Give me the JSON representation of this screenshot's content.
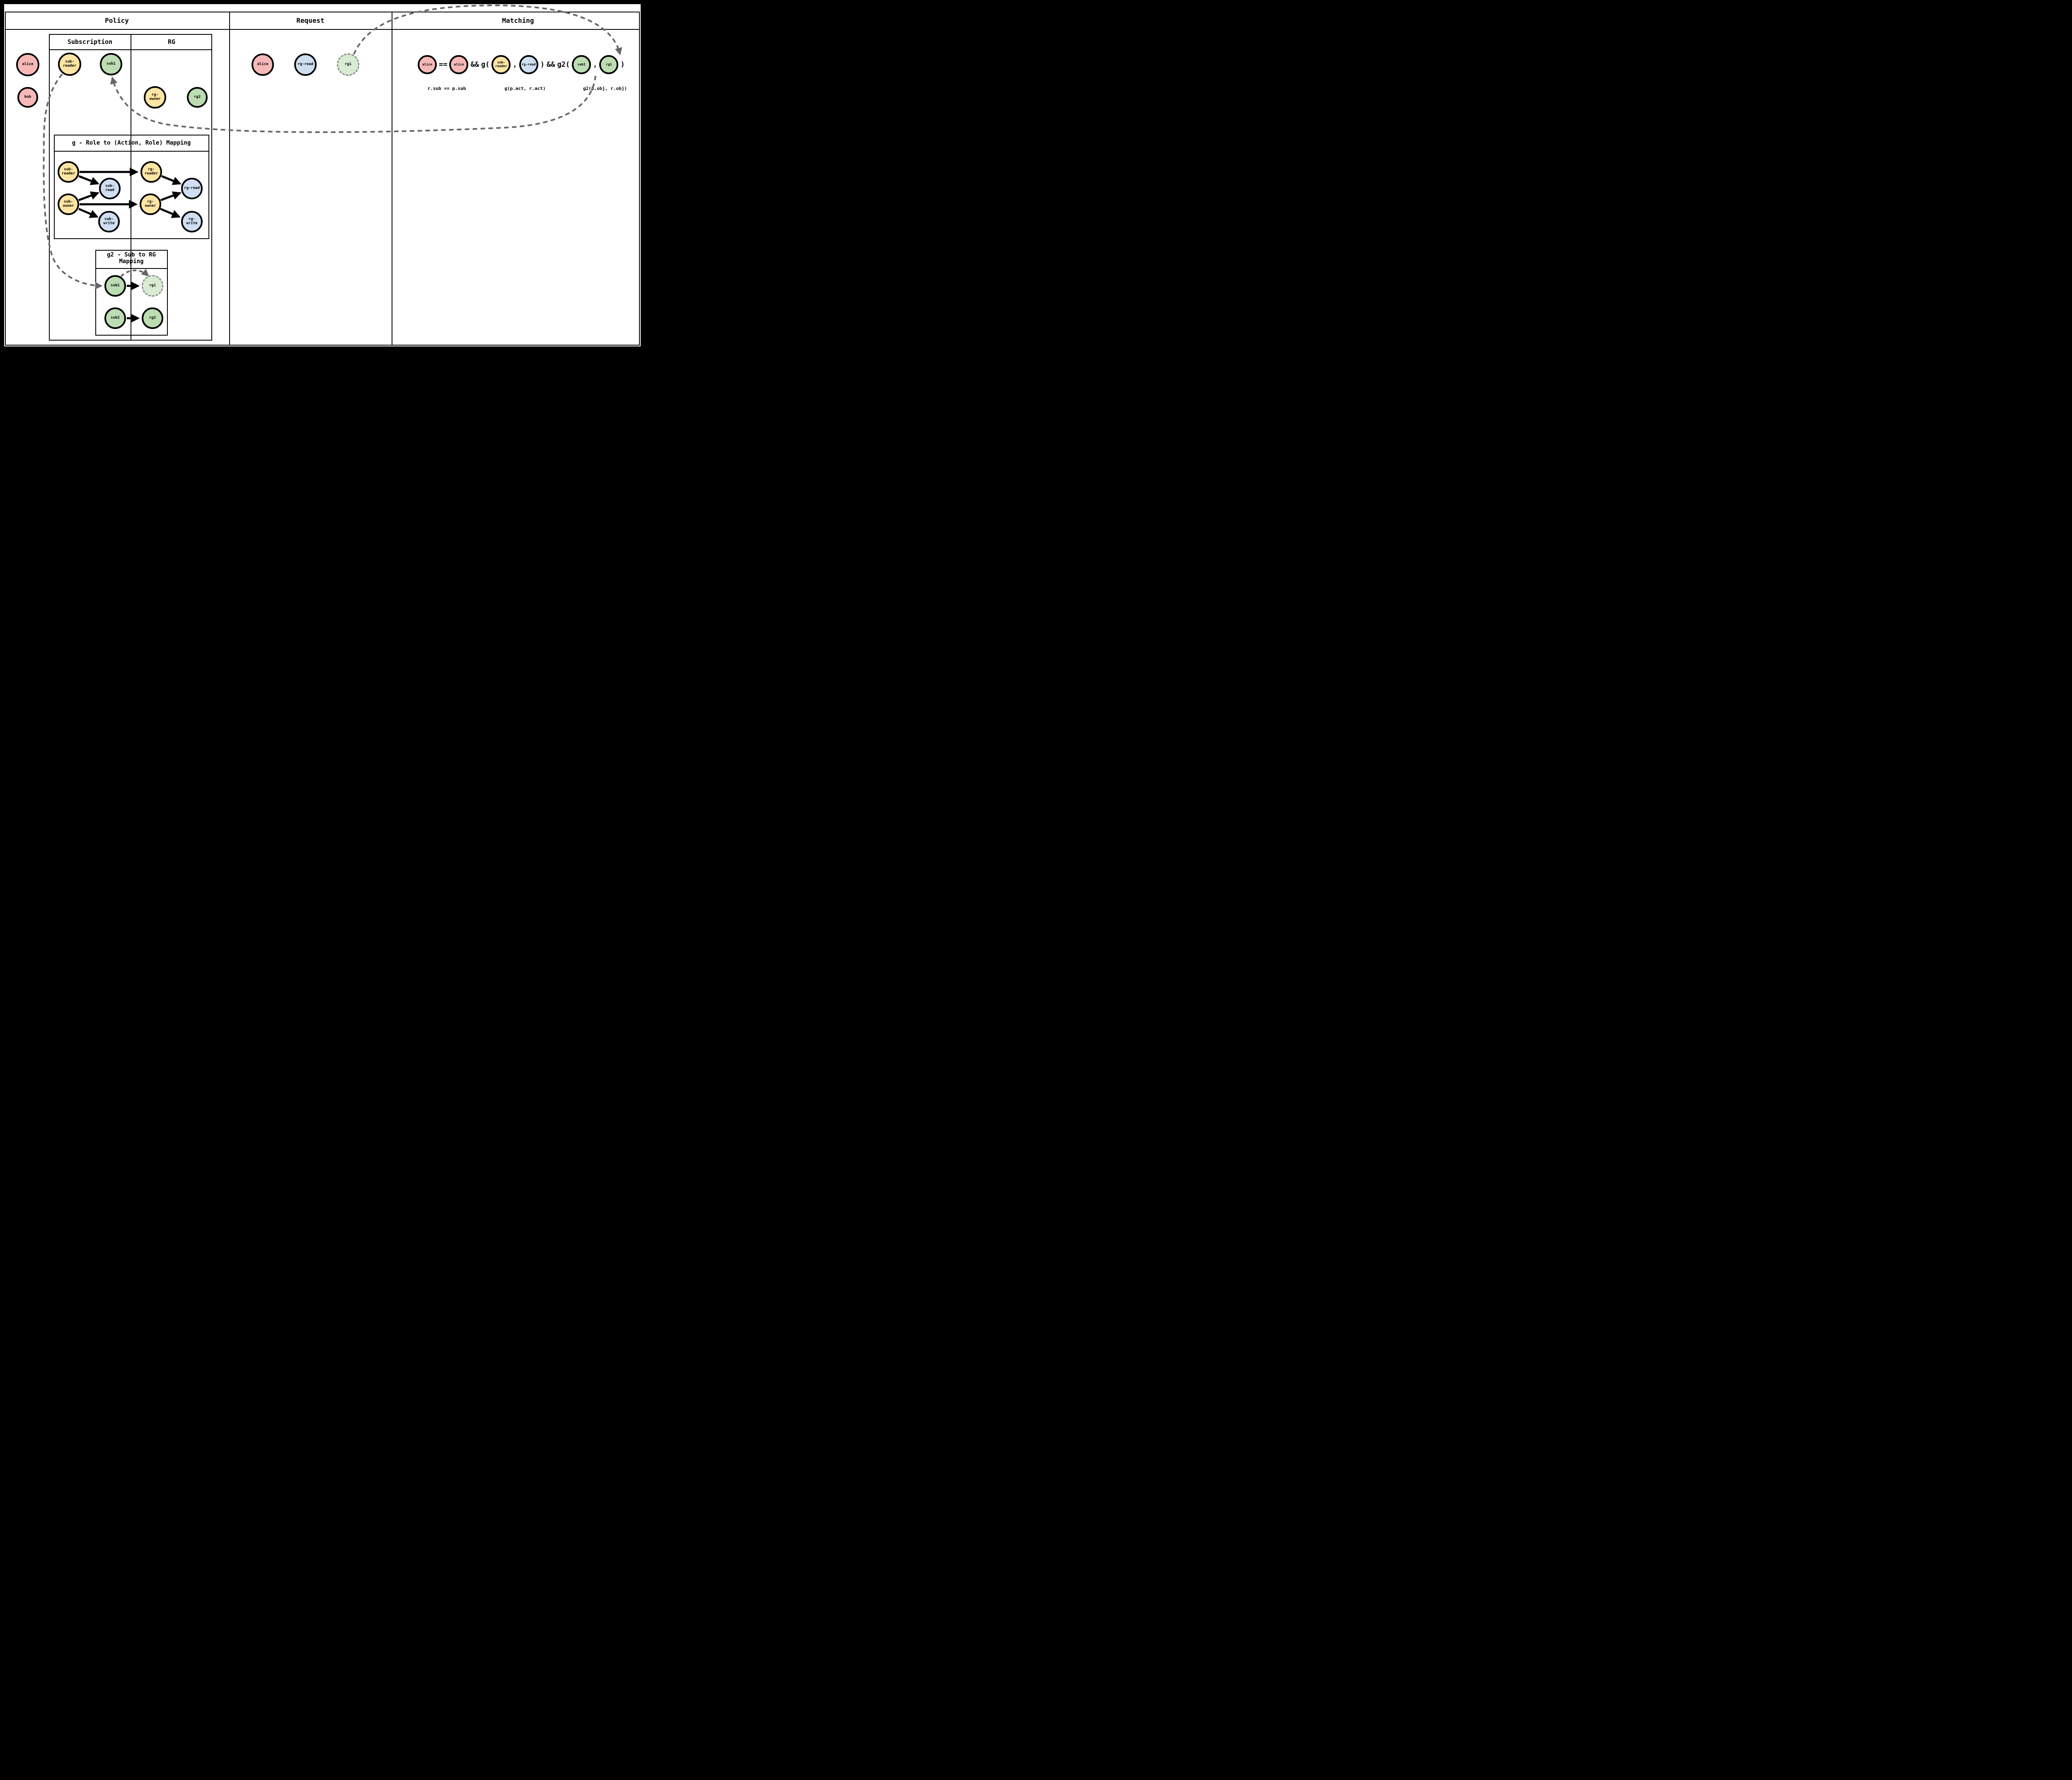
{
  "colors": {
    "frame": "#000000",
    "pink": "#f6b9b7",
    "yellow": "#ffe5a3",
    "green": "#bcdcb2",
    "green_light": "#d9ecd2",
    "blue": "#cfdff3",
    "dash_gray": "#666666"
  },
  "header": {
    "policy": "Policy",
    "request": "Request",
    "matching": "Matching"
  },
  "policy": {
    "actors": {
      "alice": "alice",
      "bob": "bob"
    },
    "sub_table": {
      "subscription_header": "Subscription",
      "rg_header": "RG",
      "nodes": {
        "sub_reader": "sub-reader",
        "sub1": "sub1",
        "rg_owner": "rg-owner",
        "rg2": "rg2"
      }
    },
    "g_box": {
      "title": "g - Role to (Action, Role) Mapping",
      "nodes": {
        "sub_reader": "sub-reader",
        "sub_owner": "sub-owner",
        "sub_read": "sub-read",
        "sub_write": "sub-write",
        "rg_reader": "rg-reader",
        "rg_owner": "rg-owner",
        "rg_read": "rg-read",
        "rg_write": "rg-write"
      }
    },
    "g2_box": {
      "title": "g2 - Sub to RG Mapping",
      "nodes": {
        "sub1": "sub1",
        "rg1": "rg1",
        "sub2": "sub2",
        "rg2": "rg2"
      }
    }
  },
  "request": {
    "nodes": {
      "alice": "alice",
      "rg_read": "rg-read",
      "rg1": "rg1"
    }
  },
  "matching": {
    "nodes": {
      "alice1": "alice",
      "alice2": "alice",
      "sub_reader": "sub-reader",
      "rg_read": "rg-read",
      "sub1": "sub1",
      "rg1": "rg1"
    },
    "tokens": {
      "eq": "==",
      "and1": "&&",
      "g_open": "g(",
      "comma1": ",",
      "close1": ")",
      "and2": "&&",
      "g2_open": "g2(",
      "comma2": ",",
      "close2": ")"
    },
    "captions": {
      "sub": "r.sub == p.sub",
      "act": "g(p.act, r.act)",
      "obj": "g2(p.obj, r.obj)"
    }
  }
}
